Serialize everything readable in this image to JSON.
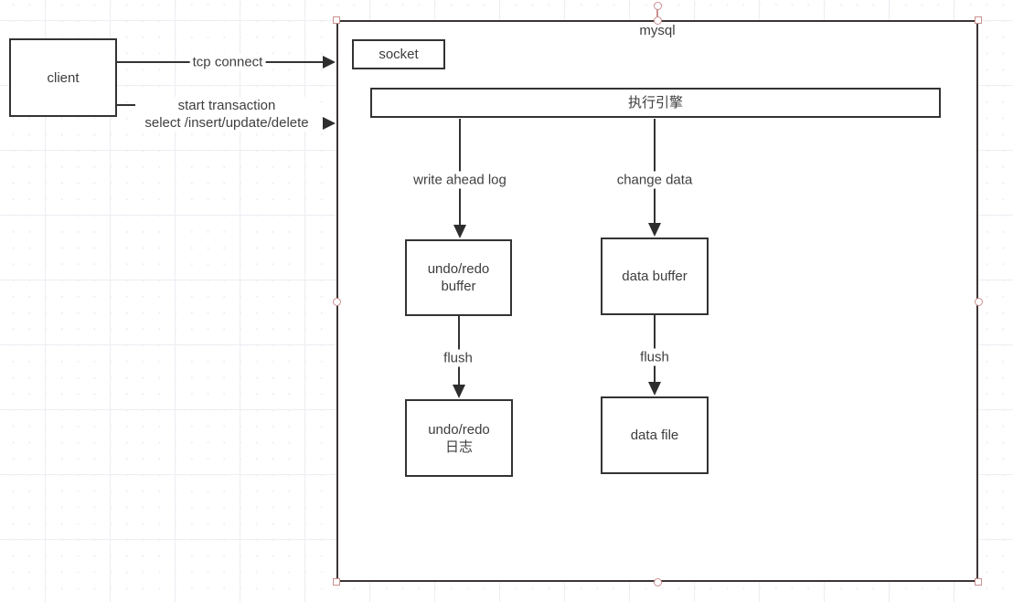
{
  "app": {
    "view": "diagram-canvas"
  },
  "diagram": {
    "container": {
      "label": "mysql",
      "selected": true
    },
    "nodes": {
      "client": "client",
      "socket": "socket",
      "engine": "执行引擎",
      "undo_redo_buffer": [
        "undo/redo",
        "buffer"
      ],
      "data_buffer": "data buffer",
      "undo_redo_log": [
        "undo/redo",
        "日志"
      ],
      "data_file": "data file"
    },
    "edges": {
      "tcp_connect": "tcp connect",
      "start_transaction": [
        "start transaction",
        "select /insert/update/delete"
      ],
      "write_ahead_log": "write ahead log",
      "change_data": "change data",
      "flush_left": "flush",
      "flush_right": "flush"
    },
    "colors": {
      "line": "#333333",
      "node_border": "#333333",
      "text": "#3d3d3d",
      "selection_handle": "#c98f8f",
      "grid": "#ededf3",
      "background": "#ffffff"
    }
  }
}
